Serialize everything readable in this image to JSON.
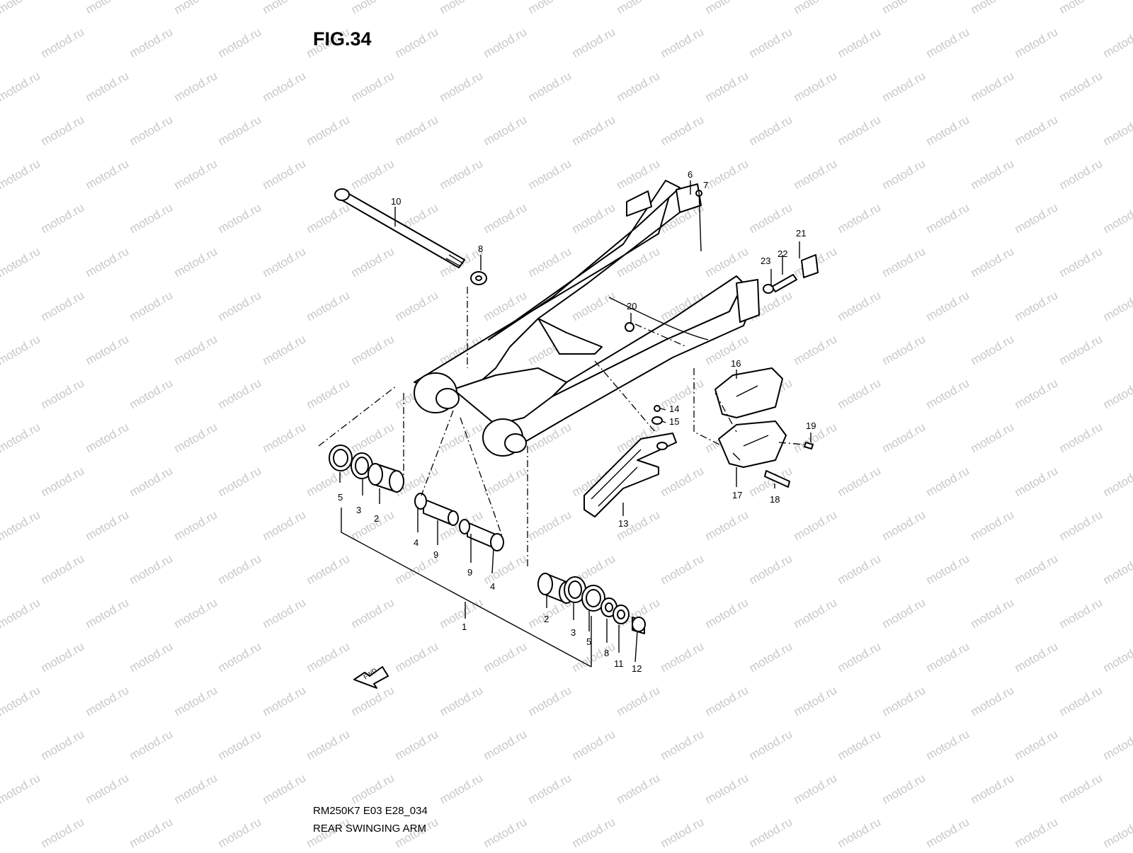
{
  "figure": {
    "title": "FIG.34",
    "diagram_code": "RM250K7 E03 E28_034",
    "caption": "REAR SWINGING ARM",
    "watermark": "motod.ru",
    "fwd_label": "FWD"
  },
  "callouts": [
    "1",
    "2",
    "3",
    "4",
    "5",
    "6",
    "7",
    "8",
    "9",
    "10",
    "11",
    "12",
    "13",
    "14",
    "15",
    "16",
    "17",
    "18",
    "19",
    "20",
    "21",
    "22",
    "23"
  ],
  "colors": {
    "ink": "#000000",
    "watermark": "#c8c8c8",
    "background": "#ffffff"
  }
}
